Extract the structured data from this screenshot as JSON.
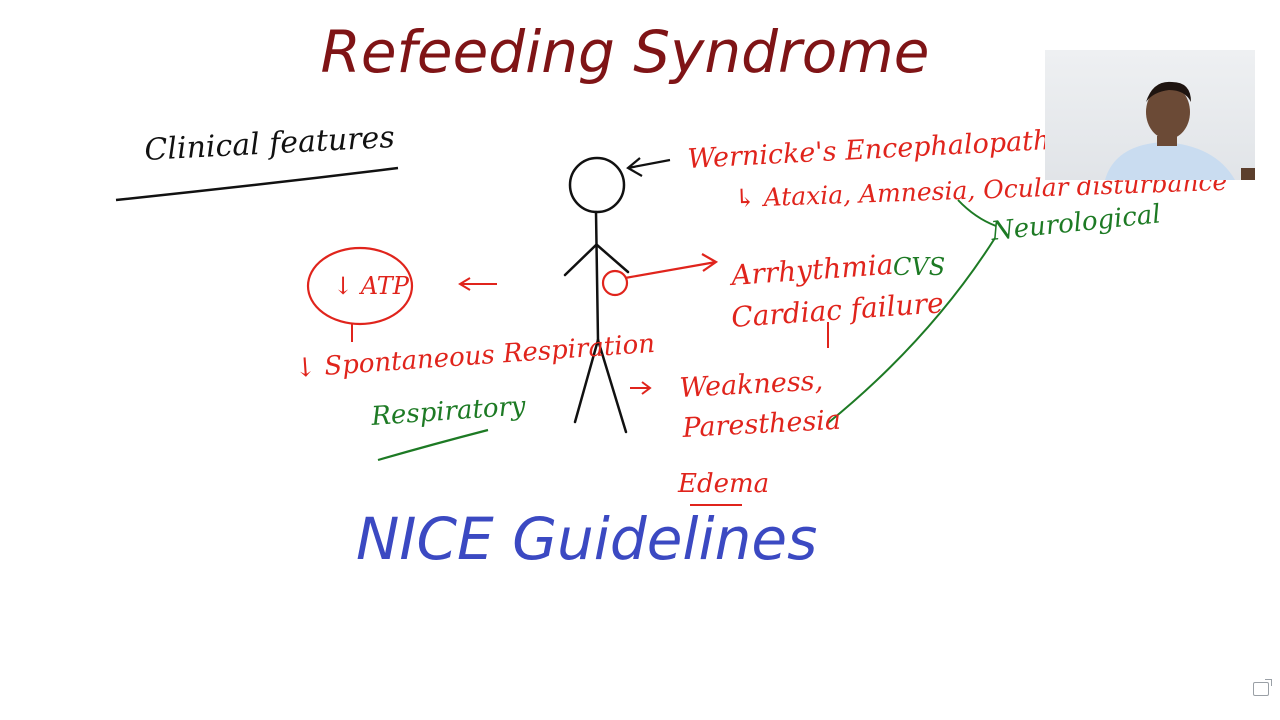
{
  "slide": {
    "title": "Refeeding Syndrome",
    "subtitle": "NICE Guidelines"
  },
  "annotations": {
    "clinical_features": "Clinical features",
    "wernickes": "Wernicke's Encephalopathy",
    "wernickes_signs": "↳ Ataxia, Amnesia, Ocular disturbance",
    "neurological": "Neurological",
    "arrhythmia": "Arrhythmia",
    "cvs": "CVS",
    "cardiac_failure": "Cardiac failure",
    "atp": "↓ ATP",
    "spontaneous_respiration": "↓ Spontaneous Respiration",
    "respiratory": "Respiratory",
    "weakness": "Weakness,",
    "paresthesia": "Paresthesia",
    "edema": "Edema"
  },
  "colors": {
    "title": "#7f1416",
    "subtitle": "#3b49c2",
    "ink_black": "#111111",
    "ink_red": "#e0241c",
    "ink_green": "#1d7a24"
  },
  "webcam": {
    "label": "presenter-video"
  },
  "icons": {
    "cast": "cast-icon"
  }
}
